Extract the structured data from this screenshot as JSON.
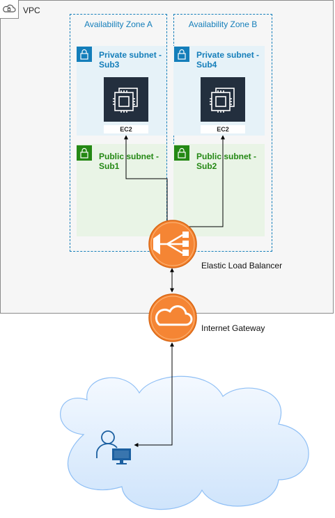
{
  "vpc": {
    "label": "VPC"
  },
  "zones": [
    {
      "label": "Availability Zone A"
    },
    {
      "label": "Availability Zone B"
    }
  ],
  "subnets": {
    "private_a": {
      "line1": "Private subnet -",
      "line2": "Sub3"
    },
    "private_b": {
      "line1": "Private subnet -",
      "line2": "Sub4"
    },
    "public_a": {
      "line1": "Public subnet -",
      "line2": "Sub1"
    },
    "public_b": {
      "line1": "Public subnet -",
      "line2": "Sub2"
    }
  },
  "instances": [
    {
      "label": "EC2"
    },
    {
      "label": "EC2"
    }
  ],
  "load_balancer": {
    "label": "Elastic Load Balancer",
    "icon": "load-balancer-icon"
  },
  "internet_gateway": {
    "label": "Internet Gateway",
    "icon": "cloud-icon"
  },
  "client": {
    "icon": "user-computer-icon"
  },
  "colors": {
    "private": "#147eba",
    "public": "#248814",
    "aws_orange": "#f58534",
    "ec2_dark": "#232f3e"
  }
}
